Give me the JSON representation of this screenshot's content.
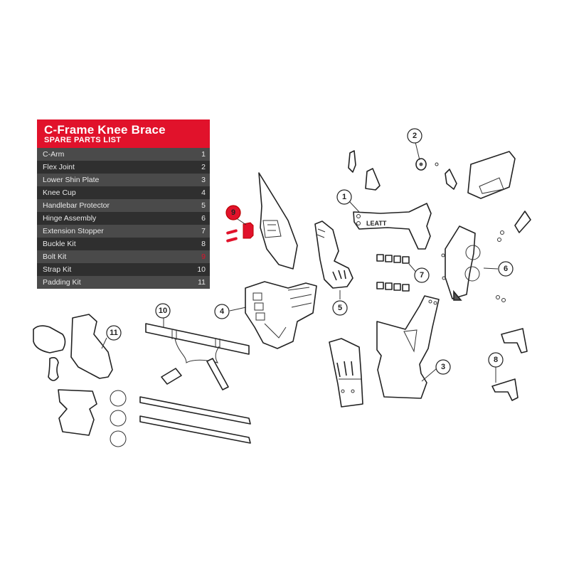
{
  "parts_list": {
    "title": "C-Frame Knee Brace",
    "subtitle": "SPARE PARTS LIST",
    "items": [
      {
        "name": "C-Arm",
        "number": "1"
      },
      {
        "name": "Flex Joint",
        "number": "2"
      },
      {
        "name": "Lower Shin Plate",
        "number": "3"
      },
      {
        "name": "Knee Cup",
        "number": "4"
      },
      {
        "name": "Handlebar Protector",
        "number": "5"
      },
      {
        "name": "Hinge Assembly",
        "number": "6"
      },
      {
        "name": "Extension Stopper",
        "number": "7"
      },
      {
        "name": "Buckle Kit",
        "number": "8"
      },
      {
        "name": "Bolt Kit",
        "number": "9",
        "highlight": true
      },
      {
        "name": "Strap Kit",
        "number": "10"
      },
      {
        "name": "Padding Kit",
        "number": "11"
      }
    ]
  },
  "callouts": {
    "c1": "1",
    "c2": "2",
    "c3": "3",
    "c4": "4",
    "c5": "5",
    "c6": "6",
    "c7": "7",
    "c8": "8",
    "c9": "9",
    "c10": "10",
    "c11": "11"
  },
  "colors": {
    "header_red": "#e1122b",
    "row_light": "#4a4a4a",
    "row_dark": "#2f2f2f",
    "highlight_number": "#e1122b"
  }
}
